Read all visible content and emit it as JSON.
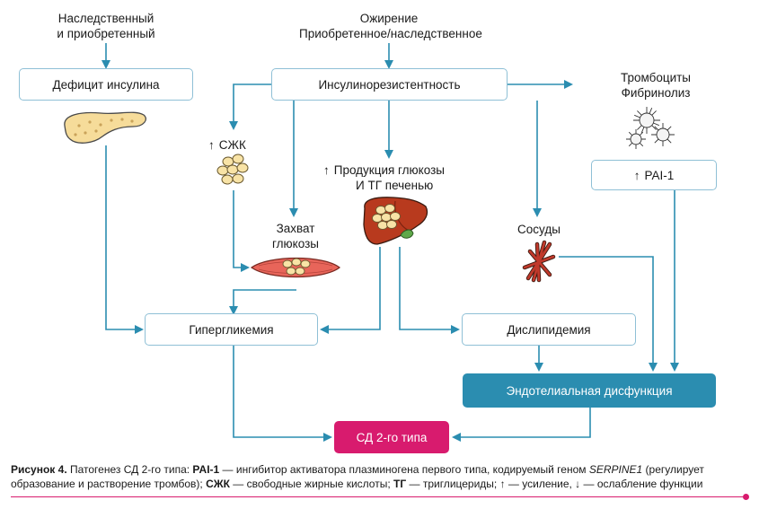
{
  "top_labels": {
    "hereditary_line1": "Наследственный",
    "hereditary_line2": "и приобретенный",
    "obesity_line1": "Ожирение",
    "obesity_line2": "Приобретенное/наследственное",
    "platelets_line1": "Тромбоциты",
    "platelets_line2": "Фибринолиз"
  },
  "boxes": {
    "insulin_deficit": "Дефицит инсулина",
    "insulin_resistance": "Инсулинорезистентность",
    "pai1": "PAI-1",
    "hyperglycemia": "Гипергликемия",
    "dyslipidemia": "Дислипидемия",
    "endothelial": "Эндотелиальная дисфункция",
    "diabetes": "СД 2-го типа"
  },
  "labels": {
    "ffa": "СЖК",
    "glucose_prod_line1": "Продукция глюкозы",
    "glucose_prod_line2": "И ТГ печенью",
    "glucose_uptake_line1": "Захват",
    "glucose_uptake_line2": "глюкозы",
    "vessels": "Сосуды",
    "up_arrow": "↑"
  },
  "icons": {
    "pancreas": "pancreas-icon",
    "fat_cells": "fat-cells-icon",
    "liver": "liver-icon",
    "muscle": "muscle-icon",
    "vessels": "blood-vessels-icon",
    "platelets": "platelets-icon"
  },
  "colors": {
    "arrow": "#2b8db0",
    "box_border": "#8fc0d6",
    "endothelial_fill": "#2b8db0",
    "diabetes_fill": "#d81b6e",
    "accent": "#d81b6e"
  },
  "caption": {
    "fig_label": "Рисунок 4.",
    "t1": " Патогенез СД 2-го типа: ",
    "pai_abbr": "PAI-1",
    "t2": " — ингибитор активатора плазминогена первого типа, кодируемый геном ",
    "gene": "SERPINE1",
    "t3": " (регулирует образование и растворение тромбов); ",
    "ffa_abbr": "СЖК",
    "t4": " — свободные жирные кислоты; ",
    "tg_abbr": "ТГ",
    "t5": " — триглицериды; ↑ — усиление, ↓ — ослабление функции"
  }
}
